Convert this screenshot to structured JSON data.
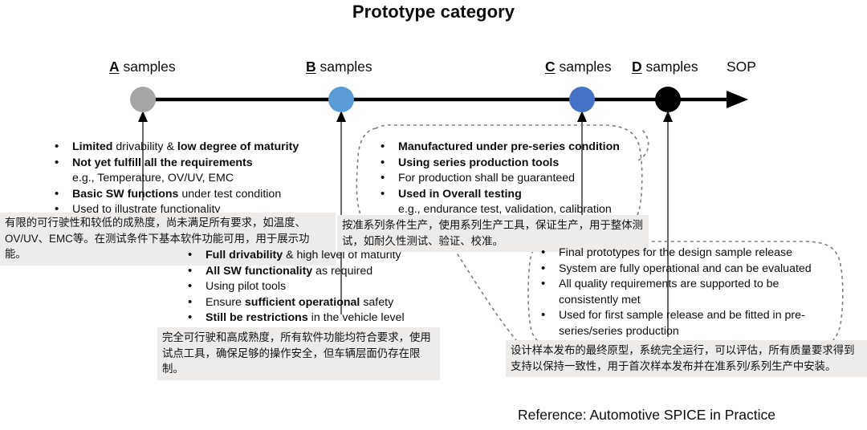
{
  "title": "Prototype category",
  "timeline": {
    "markers": [
      {
        "key": "a",
        "letter": "A",
        "label": " samples",
        "color": "#a5a5a5"
      },
      {
        "key": "b",
        "letter": "B",
        "label": " samples",
        "color": "#5b9bd5"
      },
      {
        "key": "c",
        "letter": "C",
        "label": " samples",
        "color": "#4472c4"
      },
      {
        "key": "d",
        "letter": "D",
        "label": " samples",
        "color": "#000000"
      }
    ],
    "end_label": "SOP"
  },
  "blocks": {
    "a_samples": {
      "items": [
        {
          "dot": true,
          "runs": [
            {
              "t": "Limited",
              "b": true
            },
            {
              "t": " drivability & ",
              "b": false
            },
            {
              "t": "low degree of maturity",
              "b": true
            }
          ]
        },
        {
          "dot": true,
          "runs": [
            {
              "t": "Not yet fulfill all the requirements",
              "b": true
            }
          ]
        },
        {
          "dot": false,
          "runs": [
            {
              "t": "e.g., Temperature, OV/UV, EMC",
              "b": false
            }
          ]
        },
        {
          "dot": true,
          "runs": [
            {
              "t": "Basic SW functions",
              "b": true
            },
            {
              "t": " under test condition",
              "b": false
            }
          ]
        },
        {
          "dot": true,
          "runs": [
            {
              "t": "Used to illustrate functionality",
              "b": false
            }
          ]
        }
      ],
      "cn": "有限的可行驶性和较低的成熟度，尚未满足所有要求，如温度、OV/UV、EMC等。在测试条件下基本软件功能可用，用于展示功能。"
    },
    "b_samples": {
      "items": [
        {
          "dot": true,
          "runs": [
            {
              "t": "Full drivability",
              "b": true
            },
            {
              "t": " & high level of maturity",
              "b": false
            }
          ]
        },
        {
          "dot": true,
          "runs": [
            {
              "t": "All SW functionality",
              "b": true
            },
            {
              "t": " as required",
              "b": false
            }
          ]
        },
        {
          "dot": true,
          "runs": [
            {
              "t": "Using pilot tools",
              "b": false
            }
          ]
        },
        {
          "dot": true,
          "runs": [
            {
              "t": "Ensure ",
              "b": false
            },
            {
              "t": "sufficient operational",
              "b": true
            },
            {
              "t": " safety",
              "b": false
            }
          ]
        },
        {
          "dot": true,
          "runs": [
            {
              "t": "Still be restrictions",
              "b": true
            },
            {
              "t": " in the vehicle level",
              "b": false
            }
          ]
        }
      ],
      "cn": "完全可行驶和高成熟度，所有软件功能均符合要求，使用试点工具，确保足够的操作安全，但车辆层面仍存在限制。"
    },
    "c_samples": {
      "items": [
        {
          "dot": true,
          "runs": [
            {
              "t": "Manufactured under pre-series condition",
              "b": true
            }
          ]
        },
        {
          "dot": true,
          "runs": [
            {
              "t": "Using series production tools",
              "b": true
            }
          ]
        },
        {
          "dot": true,
          "runs": [
            {
              "t": "For production shall be guaranteed",
              "b": false
            }
          ]
        },
        {
          "dot": true,
          "runs": [
            {
              "t": "Used in Overall testing",
              "b": true
            }
          ]
        },
        {
          "dot": false,
          "runs": [
            {
              "t": "e.g., endurance test, validation, calibration",
              "b": false
            }
          ]
        }
      ],
      "cn": "按准系列条件生产，使用系列生产工具，保证生产，用于整体测试，如耐久性测试、验证、校准。"
    },
    "d_samples": {
      "items": [
        {
          "dot": true,
          "runs": [
            {
              "t": "Final prototypes for the design sample release",
              "b": false
            }
          ]
        },
        {
          "dot": true,
          "runs": [
            {
              "t": "System are fully operational and can be evaluated",
              "b": false
            }
          ]
        },
        {
          "dot": true,
          "runs": [
            {
              "t": "All quality requirements are supported to be",
              "b": false
            }
          ]
        },
        {
          "dot": false,
          "runs": [
            {
              "t": "consistently met",
              "b": false
            }
          ]
        },
        {
          "dot": true,
          "runs": [
            {
              "t": "Used for first sample release and be fitted in pre-",
              "b": false
            }
          ]
        },
        {
          "dot": false,
          "runs": [
            {
              "t": "series/series production",
              "b": false
            }
          ]
        }
      ],
      "cn": "设计样本发布的最终原型，系统完全运行，可以评估，所有质量要求得到支持以保持一致性，用于首次样本发布并在准系列/系列生产中安装。"
    }
  },
  "reference": "Reference: Automotive SPICE in Practice"
}
